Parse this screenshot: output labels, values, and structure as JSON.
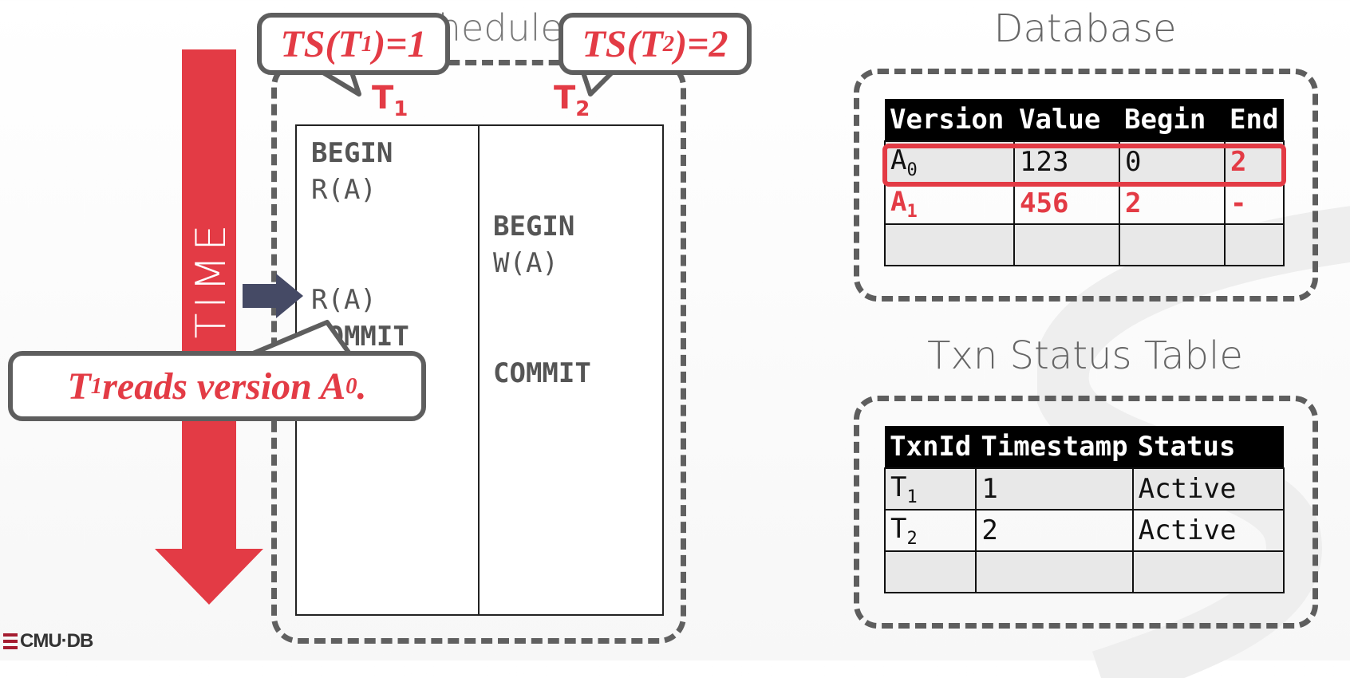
{
  "schedule": {
    "title": "Schedule",
    "t1_header": "T",
    "t1_sub": "1",
    "t2_header": "T",
    "t2_sub": "2",
    "t1_ops": [
      "BEGIN",
      "R(A)",
      "R(A)",
      "COMMIT"
    ],
    "t2_ops": [
      "BEGIN",
      "W(A)",
      "COMMIT"
    ]
  },
  "time_label": "TIME",
  "callouts": {
    "ts1_prefix": "TS(T",
    "ts1_sub": "1",
    "ts1_suffix": ")=1",
    "ts2_prefix": "TS(T",
    "ts2_sub": "2",
    "ts2_suffix": ")=2",
    "note_prefix": "T",
    "note_sub1": "1",
    "note_middle": " reads version A",
    "note_sub2": "0",
    "note_suffix": "."
  },
  "database": {
    "title": "Database",
    "headers": [
      "Version",
      "Value",
      "Begin",
      "End"
    ],
    "rows": [
      {
        "version": "A",
        "version_sub": "0",
        "value": "123",
        "begin": "0",
        "end": "2"
      },
      {
        "version": "A",
        "version_sub": "1",
        "value": "456",
        "begin": "2",
        "end": "-"
      },
      {
        "version": "",
        "version_sub": "",
        "value": "",
        "begin": "",
        "end": ""
      }
    ]
  },
  "txn_status": {
    "title": "Txn Status Table",
    "headers": [
      "TxnId",
      "Timestamp",
      "Status"
    ],
    "rows": [
      {
        "txn": "T",
        "txn_sub": "1",
        "timestamp": "1",
        "status": "Active"
      },
      {
        "txn": "T",
        "txn_sub": "2",
        "timestamp": "2",
        "status": "Active"
      },
      {
        "txn": "",
        "txn_sub": "",
        "timestamp": "",
        "status": ""
      }
    ]
  },
  "logo": "CMU·DB",
  "colors": {
    "accent": "#e33b45",
    "arrow": "#454a65",
    "border": "#5e5e5e"
  }
}
